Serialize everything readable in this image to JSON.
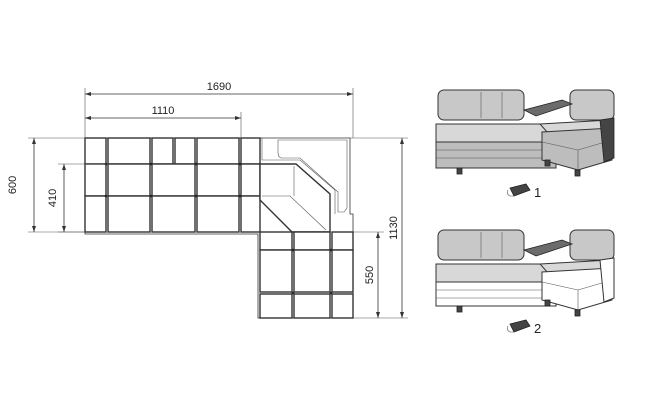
{
  "dimensions": {
    "total_width": "1690",
    "inner_width": "1110",
    "left_depth": "600",
    "seat_depth": "410",
    "total_depth": "1130",
    "corner_width": "550"
  },
  "variants": [
    {
      "number": "1",
      "icon": "fabric-swatch-icon"
    },
    {
      "number": "2",
      "icon": "fabric-swatch-icon"
    }
  ]
}
